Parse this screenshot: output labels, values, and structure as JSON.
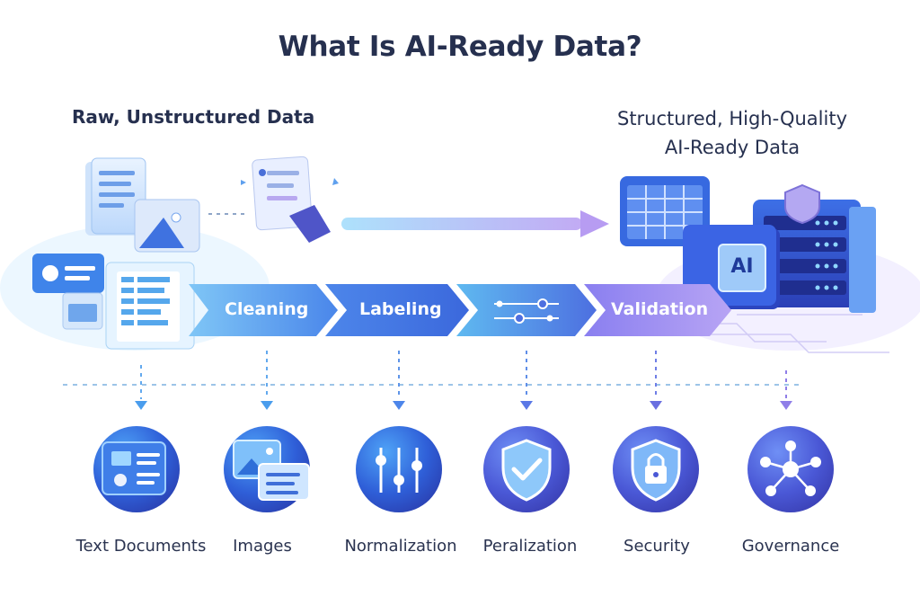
{
  "title": "What Is AI-Ready Data?",
  "left_heading": "Raw, Unstructured Data",
  "right_heading": {
    "line1": "Structured, High-Quality",
    "line2": "AI-Ready Data"
  },
  "stages": [
    {
      "label": "Cleaning"
    },
    {
      "label": "Labeling"
    },
    {
      "label": "",
      "icon": "sliders-icon"
    },
    {
      "label": "Validation"
    }
  ],
  "ai_badge": "AI",
  "categories": [
    {
      "label": "Text Documents",
      "icon": "text-documents-icon"
    },
    {
      "label": "Images",
      "icon": "images-icon"
    },
    {
      "label": "Normalization",
      "icon": "sliders-icon"
    },
    {
      "label": "Peralization",
      "icon": "shield-check-icon"
    },
    {
      "label": "Security",
      "icon": "lock-shield-icon"
    },
    {
      "label": "Governance",
      "icon": "network-icon"
    }
  ],
  "colors": {
    "blue": "#2f6fe0",
    "indigo": "#4f5bd8",
    "purple": "#8f7ee8",
    "light_blue": "#8fd0f5",
    "title": "#26304f"
  }
}
